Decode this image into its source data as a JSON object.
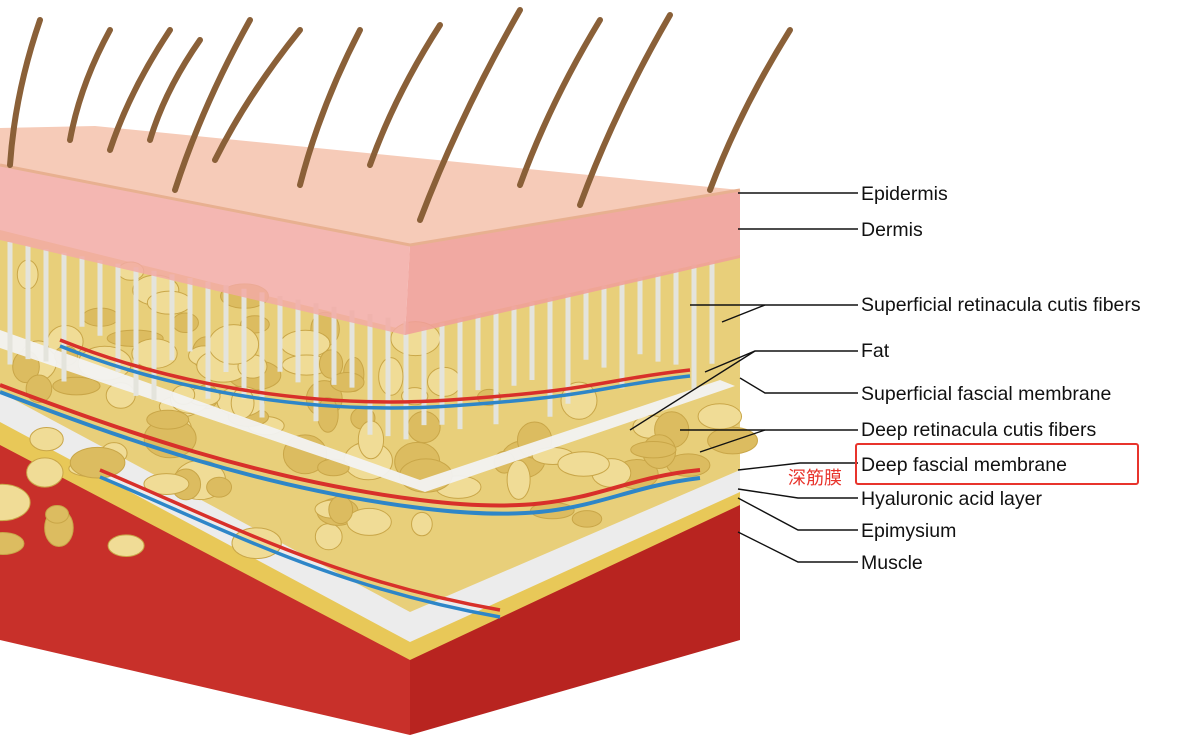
{
  "labels": [
    "Epidermis",
    "Dermis",
    "Superficial retinacula cutis fibers",
    "Fat",
    "Superficial fascial membrane",
    "Deep retinacula cutis fibers",
    "Deep fascial membrane",
    "Hyaluronic acid layer",
    "Epimysium",
    "Muscle"
  ],
  "highlight": {
    "label_index": 6,
    "annotation": "深筋膜",
    "color": "#e8342c"
  },
  "colors": {
    "skin": "#f4c2b2",
    "dermis": "#f0a8a0",
    "fat": "#e8cf7a",
    "muscle": "#c8302a",
    "membrane": "#eeeeee"
  }
}
